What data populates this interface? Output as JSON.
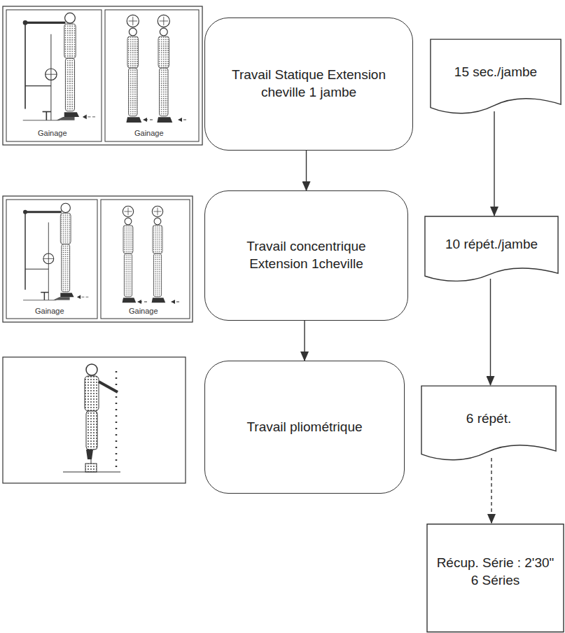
{
  "diagram": {
    "nodes": [
      {
        "text": [
          "Travail Statique Extension cheville 1 jambe"
        ]
      },
      {
        "text": [
          "Travail concentrique Extension 1cheville"
        ]
      },
      {
        "text": [
          "Travail pliométrique"
        ]
      },
      {
        "text": [
          "15 sec./jambe"
        ]
      },
      {
        "text": [
          "10 répét./jambe"
        ]
      },
      {
        "text": [
          "6 répét."
        ]
      },
      {
        "text": [
          "Récup. Série : 2'30\" 6 Séries"
        ]
      }
    ],
    "edges": [
      {
        "from": 0,
        "to": 1,
        "arrow": "to"
      },
      {
        "from": 1,
        "to": 2,
        "arrow": "to"
      },
      {
        "from": 3,
        "to": 4,
        "arrow": "to"
      },
      {
        "from": 4,
        "to": 5,
        "arrow": "to"
      },
      {
        "from": 5,
        "to": 6,
        "arrow": "to"
      }
    ],
    "labels": [
      "Gainage",
      "Gainage",
      "Gainage",
      "Gainage"
    ]
  }
}
